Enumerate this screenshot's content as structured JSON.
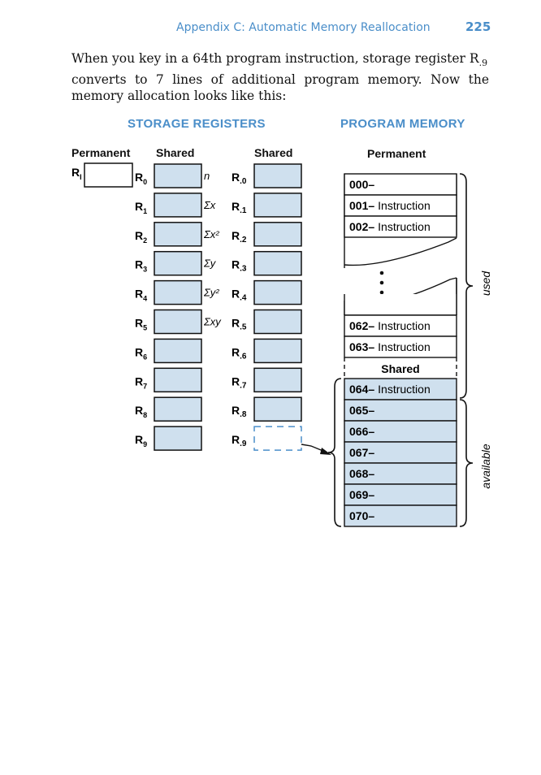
{
  "header": {
    "title": "Appendix C: Automatic Memory Reallocation",
    "page_number": "225"
  },
  "body_text": [
    "When you key in a 64th program instruction, storage register R",
    ".9",
    "converts to 7 lines of additional program memory. Now the",
    "memory allocation looks like this:"
  ],
  "sections": {
    "storage_title": "STORAGE REGISTERS",
    "program_title": "PROGRAM MEMORY"
  },
  "columns": {
    "permanent": "Permanent",
    "shared": "Shared",
    "shared2": "Shared",
    "program_permanent": "Permanent"
  },
  "permanent_register": {
    "label": "R",
    "sub": "I"
  },
  "shared_registers": [
    {
      "sub": "0",
      "stat": "n"
    },
    {
      "sub": "1",
      "stat": "Σx"
    },
    {
      "sub": "2",
      "stat": "Σx²"
    },
    {
      "sub": "3",
      "stat": "Σy"
    },
    {
      "sub": "4",
      "stat": "Σy²"
    },
    {
      "sub": "5",
      "stat": "Σxy"
    },
    {
      "sub": "6",
      "stat": ""
    },
    {
      "sub": "7",
      "stat": ""
    },
    {
      "sub": "8",
      "stat": ""
    },
    {
      "sub": "9",
      "stat": ""
    }
  ],
  "dot_registers": [
    {
      "sub": ".0"
    },
    {
      "sub": ".1"
    },
    {
      "sub": ".2"
    },
    {
      "sub": ".3"
    },
    {
      "sub": ".4"
    },
    {
      "sub": ".5"
    },
    {
      "sub": ".6"
    },
    {
      "sub": ".7"
    },
    {
      "sub": ".8"
    },
    {
      "sub": ".9"
    }
  ],
  "program_lines_top": [
    {
      "num": "000–",
      "text": ""
    },
    {
      "num": "001–",
      "text": "Instruction"
    },
    {
      "num": "002–",
      "text": "Instruction"
    }
  ],
  "program_lines_mid": [
    {
      "num": "062–",
      "text": "Instruction"
    },
    {
      "num": "063–",
      "text": "Instruction"
    }
  ],
  "shared_label": "Shared",
  "program_lines_shared": [
    {
      "num": "064–",
      "text": "Instruction"
    },
    {
      "num": "065–",
      "text": ""
    },
    {
      "num": "066–",
      "text": ""
    },
    {
      "num": "067–",
      "text": ""
    },
    {
      "num": "068–",
      "text": ""
    },
    {
      "num": "069–",
      "text": ""
    },
    {
      "num": "070–",
      "text": ""
    }
  ],
  "brace_labels": {
    "used": "used",
    "available": "available"
  },
  "colors": {
    "accent": "#4a8ec9",
    "shade": "#cfe0ee",
    "line": "#111111"
  }
}
